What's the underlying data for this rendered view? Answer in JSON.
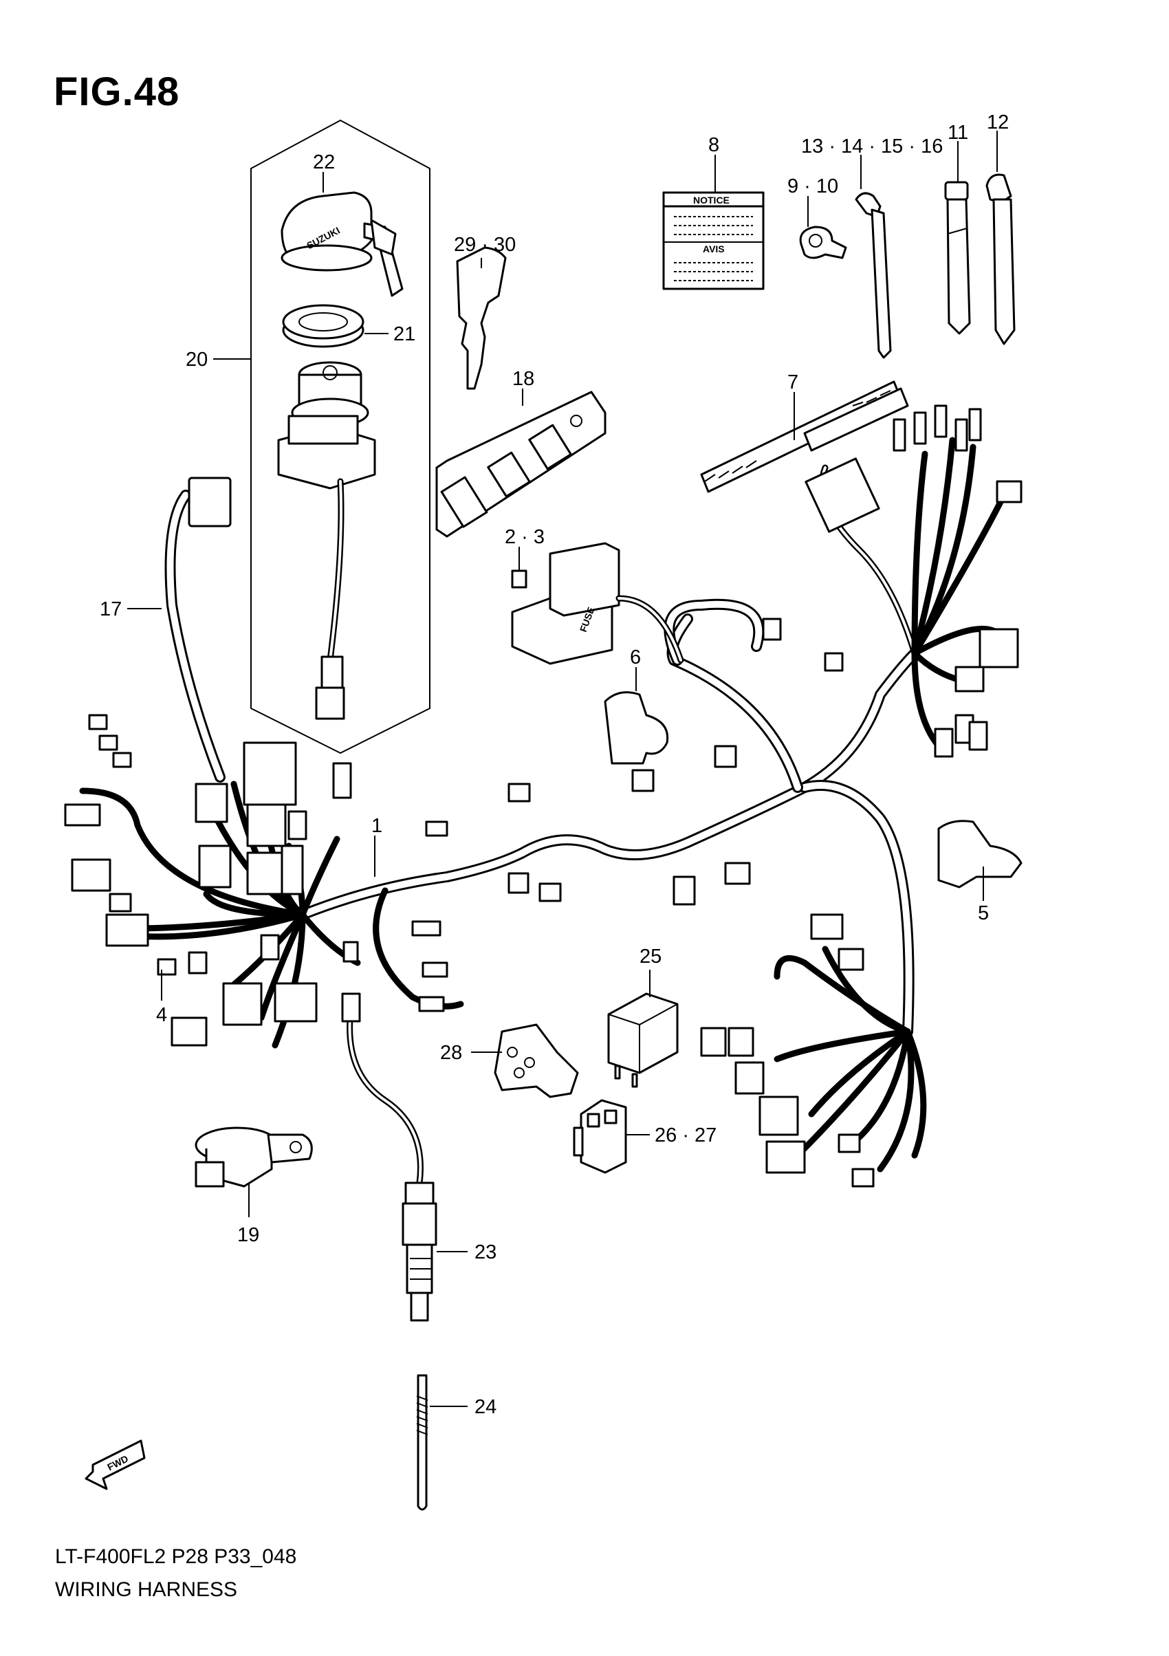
{
  "figure": {
    "title": "FIG.48"
  },
  "labels": {
    "notice": "NOTICE",
    "avis": "AVIS",
    "fuse": "FUSE",
    "suzuki": "SUZUKI",
    "fwd": "FWD"
  },
  "callouts": [
    {
      "id": "c1",
      "text": "1"
    },
    {
      "id": "c2",
      "text": "2 · 3"
    },
    {
      "id": "c4",
      "text": "4"
    },
    {
      "id": "c5",
      "text": "5"
    },
    {
      "id": "c6",
      "text": "6"
    },
    {
      "id": "c7",
      "text": "7"
    },
    {
      "id": "c8",
      "text": "8"
    },
    {
      "id": "c9",
      "text": "9 · 10"
    },
    {
      "id": "c11",
      "text": "11"
    },
    {
      "id": "c12",
      "text": "12"
    },
    {
      "id": "c13",
      "text": "13 · 14 · 15 · 16"
    },
    {
      "id": "c17",
      "text": "17"
    },
    {
      "id": "c18",
      "text": "18"
    },
    {
      "id": "c19",
      "text": "19"
    },
    {
      "id": "c20",
      "text": "20"
    },
    {
      "id": "c21",
      "text": "21"
    },
    {
      "id": "c22",
      "text": "22"
    },
    {
      "id": "c23",
      "text": "23"
    },
    {
      "id": "c24",
      "text": "24"
    },
    {
      "id": "c25",
      "text": "25"
    },
    {
      "id": "c26",
      "text": "26 · 27"
    },
    {
      "id": "c28",
      "text": "28"
    },
    {
      "id": "c29",
      "text": "29 · 30"
    }
  ],
  "footer": {
    "model_code": "LT-F400FL2  P28  P33_048",
    "caption": "WIRING HARNESS"
  }
}
